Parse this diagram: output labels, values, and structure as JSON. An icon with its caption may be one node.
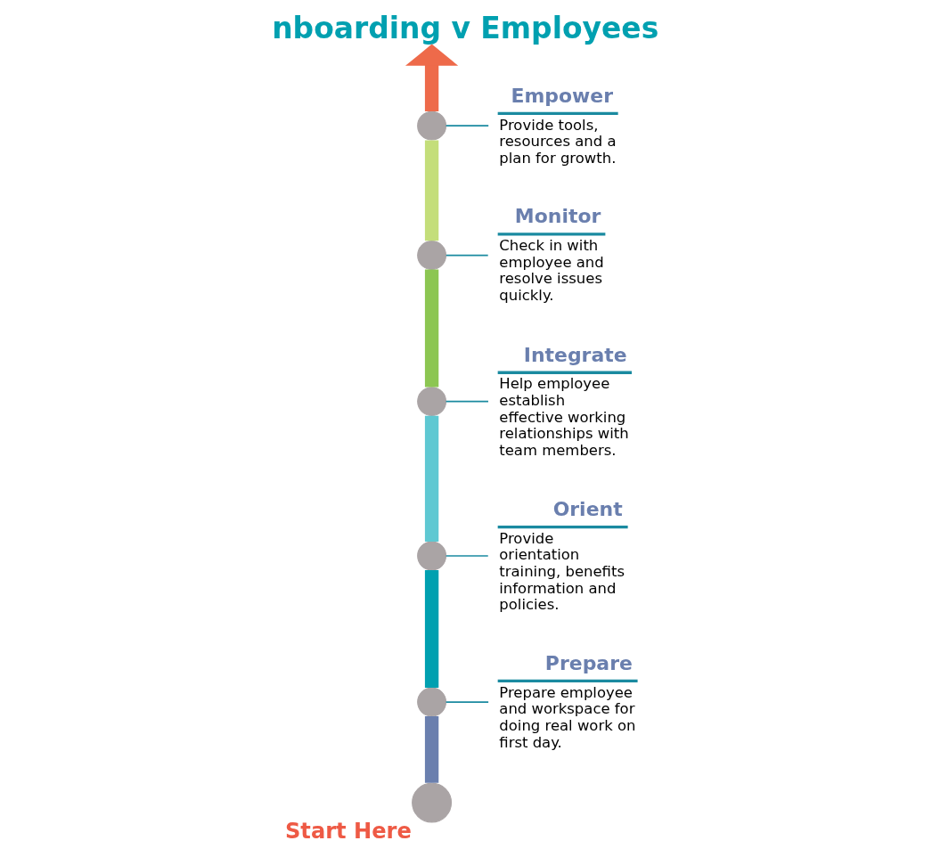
{
  "diagram": {
    "title": "nboarding v Employees",
    "nodes": [
      {
        "text": [],
        "shape": "circle"
      },
      {
        "text": [],
        "shape": "circle"
      },
      {
        "text": [],
        "shape": "circle"
      },
      {
        "text": [],
        "shape": "circle"
      },
      {
        "text": [],
        "shape": "circle"
      },
      {
        "text": [],
        "shape": "circle",
        "beside": [
          "Start Here"
        ]
      },
      {
        "text": [
          "Empower",
          "Provide tools, resources and a plan for growth."
        ]
      },
      {
        "text": [
          "Monitor",
          "Check in with employee and resolve issues quickly."
        ]
      },
      {
        "text": [
          "Integrate",
          "Help employee establish effective working relationships with team members."
        ]
      },
      {
        "text": [
          "Orient",
          "Provide orientation training, benefits information and policies."
        ]
      },
      {
        "text": [
          "Prepare",
          "Prepare employee and workspace for doing real work on first day."
        ]
      }
    ],
    "edges": [
      {
        "from": 5,
        "to": 4,
        "arrow": "none",
        "color": "#6a7fae"
      },
      {
        "from": 4,
        "to": 3,
        "arrow": "none",
        "color": "#00a0b0"
      },
      {
        "from": 3,
        "to": 2,
        "arrow": "none",
        "color": "#5ec8d2"
      },
      {
        "from": 2,
        "to": 1,
        "arrow": "none",
        "color": "#8cc652"
      },
      {
        "from": 1,
        "to": 0,
        "arrow": "none",
        "color": "#c4de7a"
      },
      {
        "from": 0,
        "to": null,
        "arrow": "to",
        "color": "#ee6a4a"
      },
      {
        "from": 6,
        "to": 0,
        "arrow": "none"
      },
      {
        "from": 7,
        "to": 1,
        "arrow": "none"
      },
      {
        "from": 8,
        "to": 2,
        "arrow": "none"
      },
      {
        "from": 9,
        "to": 3,
        "arrow": "none"
      },
      {
        "from": 10,
        "to": 4,
        "arrow": "none"
      }
    ]
  }
}
